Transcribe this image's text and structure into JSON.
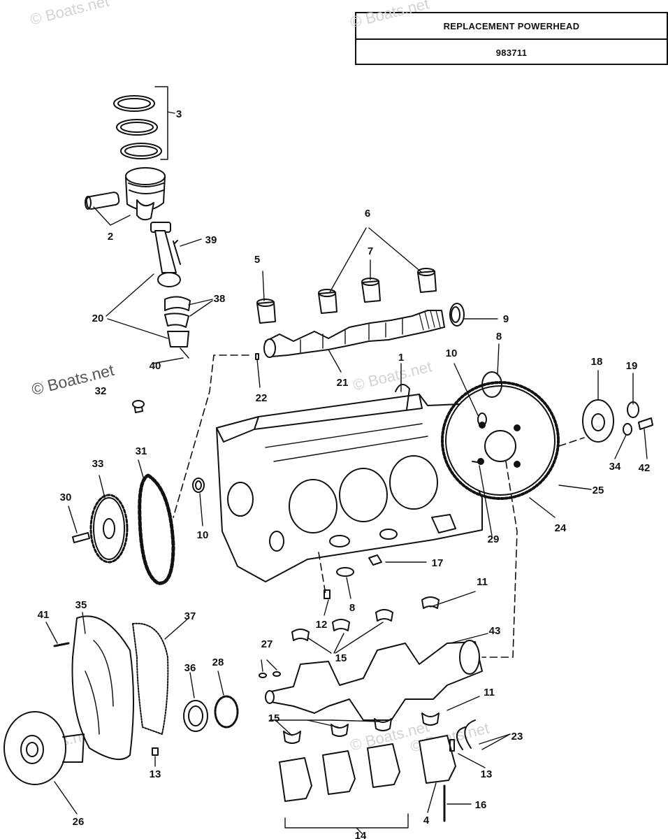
{
  "header": {
    "title": "REPLACEMENT POWERHEAD",
    "part_number": "983711"
  },
  "watermarks": [
    "© Boats.net",
    "© Boats.net",
    "© Boats.net",
    "© Boats.net",
    "© Boats.net",
    "© Boats.net",
    "© Boats.net"
  ],
  "callouts": [
    {
      "id": "c3",
      "text": "3"
    },
    {
      "id": "c2",
      "text": "2"
    },
    {
      "id": "c39",
      "text": "39"
    },
    {
      "id": "c38",
      "text": "38"
    },
    {
      "id": "c20",
      "text": "20"
    },
    {
      "id": "c40",
      "text": "40"
    },
    {
      "id": "c32",
      "text": "32"
    },
    {
      "id": "c6",
      "text": "6"
    },
    {
      "id": "c5",
      "text": "5"
    },
    {
      "id": "c7",
      "text": "7"
    },
    {
      "id": "c9",
      "text": "9"
    },
    {
      "id": "c21",
      "text": "21"
    },
    {
      "id": "c22",
      "text": "22"
    },
    {
      "id": "c1",
      "text": "1"
    },
    {
      "id": "c10a",
      "text": "10"
    },
    {
      "id": "c8a",
      "text": "8"
    },
    {
      "id": "c18",
      "text": "18"
    },
    {
      "id": "c19",
      "text": "19"
    },
    {
      "id": "c34",
      "text": "34"
    },
    {
      "id": "c42",
      "text": "42"
    },
    {
      "id": "c25",
      "text": "25"
    },
    {
      "id": "c24",
      "text": "24"
    },
    {
      "id": "c29",
      "text": "29"
    },
    {
      "id": "c33",
      "text": "33"
    },
    {
      "id": "c31",
      "text": "31"
    },
    {
      "id": "c30",
      "text": "30"
    },
    {
      "id": "c10b",
      "text": "10"
    },
    {
      "id": "c17",
      "text": "17"
    },
    {
      "id": "c8b",
      "text": "8"
    },
    {
      "id": "c12",
      "text": "12"
    },
    {
      "id": "c11a",
      "text": "11"
    },
    {
      "id": "c43",
      "text": "43"
    },
    {
      "id": "c15a",
      "text": "15"
    },
    {
      "id": "c27",
      "text": "27"
    },
    {
      "id": "c41",
      "text": "41"
    },
    {
      "id": "c35",
      "text": "35"
    },
    {
      "id": "c37",
      "text": "37"
    },
    {
      "id": "c36",
      "text": "36"
    },
    {
      "id": "c28",
      "text": "28"
    },
    {
      "id": "c11b",
      "text": "11"
    },
    {
      "id": "c15b",
      "text": "15"
    },
    {
      "id": "c23",
      "text": "23"
    },
    {
      "id": "c13a",
      "text": "13"
    },
    {
      "id": "c13b",
      "text": "13"
    },
    {
      "id": "c26",
      "text": "26"
    },
    {
      "id": "c4",
      "text": "4"
    },
    {
      "id": "c16",
      "text": "16"
    },
    {
      "id": "c14",
      "text": "14"
    }
  ]
}
